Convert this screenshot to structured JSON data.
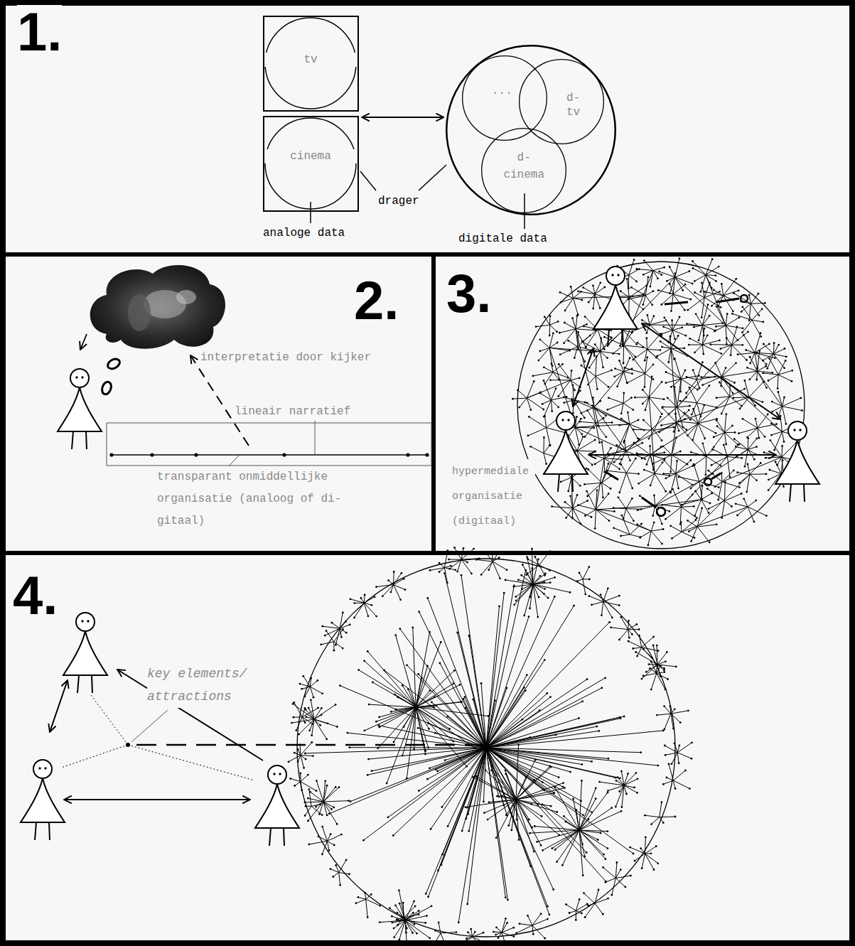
{
  "diagram": {
    "nodes": [
      {
        "text": [
          "tv"
        ]
      },
      {
        "text": [
          "cinema"
        ]
      },
      {
        "text": [
          "digitale data"
        ]
      },
      {
        "text": [
          "..."
        ],
        "in": 2
      },
      {
        "text": [
          "d- tv"
        ],
        "in": 2
      },
      {
        "text": [
          "d- cinema"
        ],
        "in": 2
      }
    ],
    "edges": [
      {
        "from": 1,
        "to": 2,
        "arrow": "both"
      }
    ],
    "labels": [
      "1.",
      "drager",
      "analoge data",
      "2.",
      "interpretatie door kijker",
      "lineair narratief",
      "transparant onmiddellijke organisatie (analoog of di- gitaal)",
      "3.",
      "hypermediale organisatie (digitaal)",
      "4.",
      "key elements/ attractions"
    ]
  }
}
